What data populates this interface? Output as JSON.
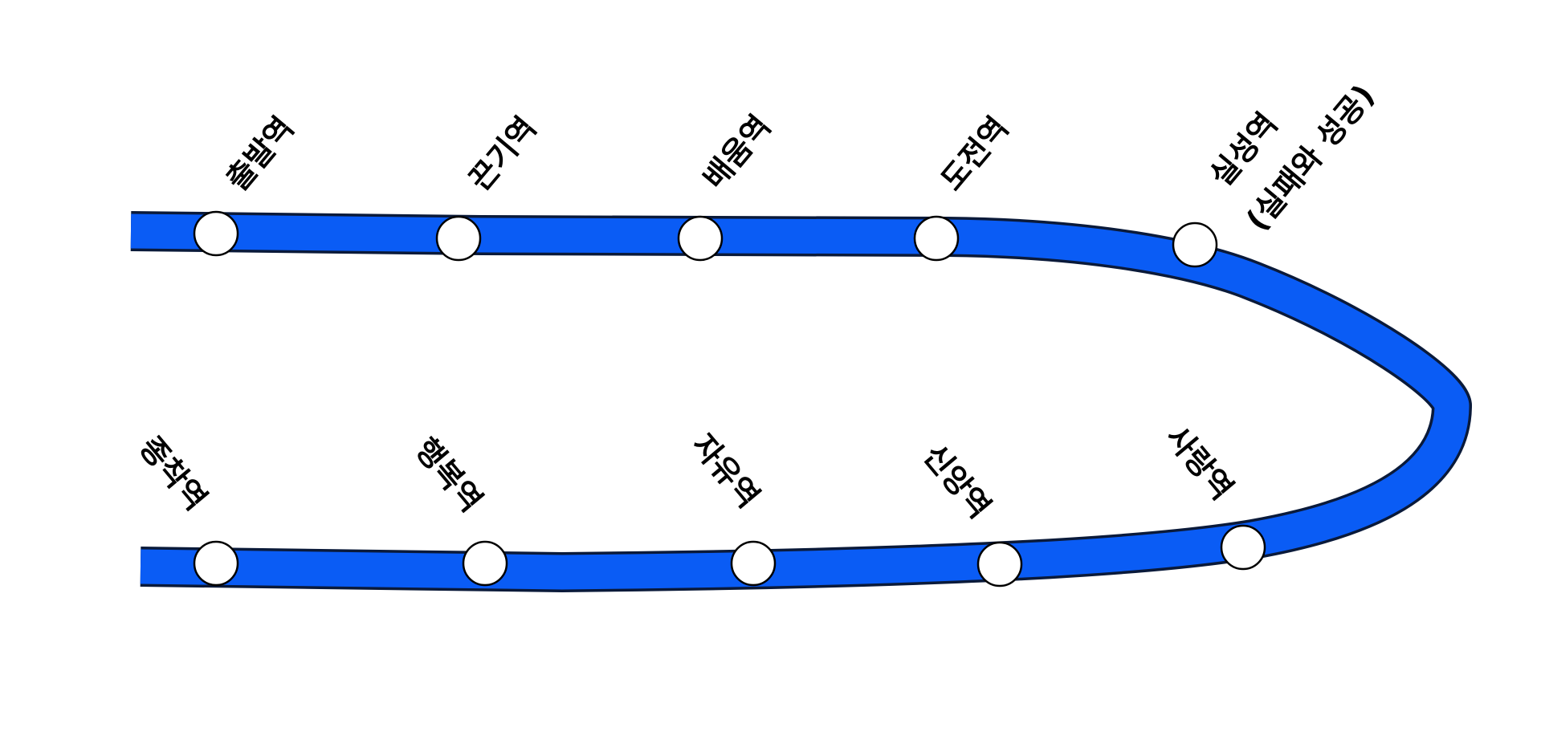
{
  "line": {
    "color": "#0a5cf5",
    "outline_color": "#0a1a3a"
  },
  "stations": [
    {
      "id": "departure",
      "name": "출발역",
      "row": "top"
    },
    {
      "id": "patience",
      "name": "끈기역",
      "row": "top"
    },
    {
      "id": "learning",
      "name": "배움역",
      "row": "top"
    },
    {
      "id": "challenge",
      "name": "도전역",
      "row": "top"
    },
    {
      "id": "practice",
      "name": "실성역",
      "name_line2": "(실패와 성공)",
      "row": "top"
    },
    {
      "id": "love",
      "name": "사랑역",
      "row": "bottom"
    },
    {
      "id": "faith",
      "name": "신앙역",
      "row": "bottom"
    },
    {
      "id": "freedom",
      "name": "자유역",
      "row": "bottom"
    },
    {
      "id": "happiness",
      "name": "행복역",
      "row": "bottom"
    },
    {
      "id": "terminal",
      "name": "종착역",
      "row": "bottom"
    }
  ]
}
